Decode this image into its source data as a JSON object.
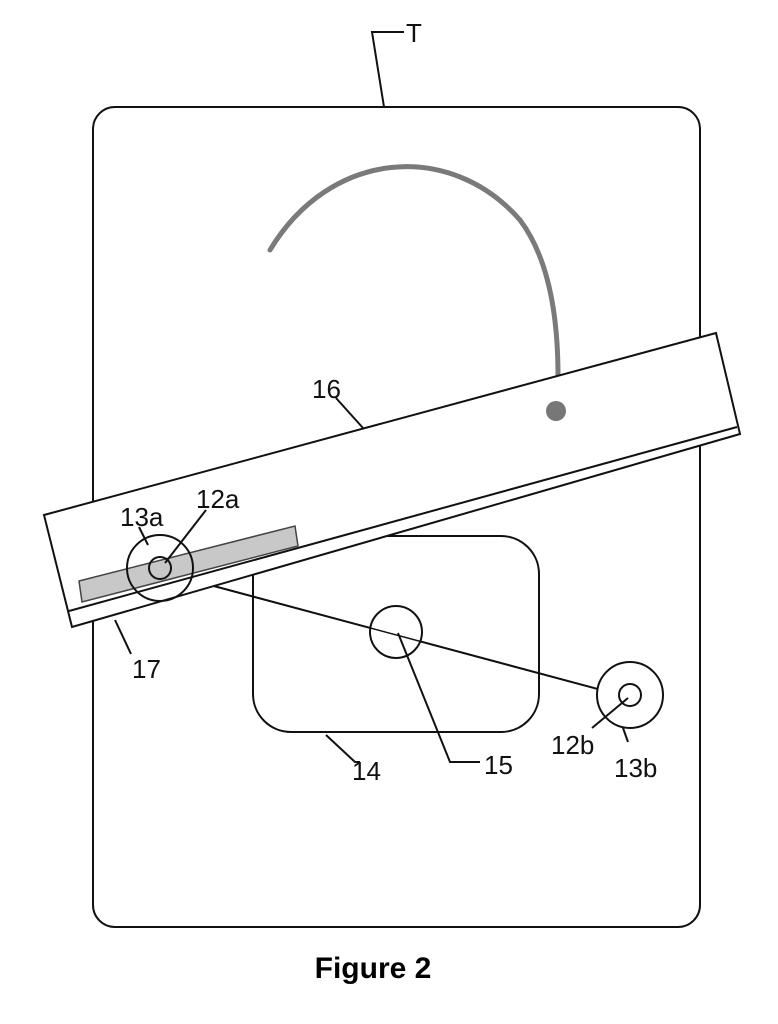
{
  "caption": "Figure 2",
  "labels": {
    "T": "T",
    "l16": "16",
    "l13a": "13a",
    "l12a": "12a",
    "l17": "17",
    "l14": "14",
    "l15": "15",
    "l12b": "12b",
    "l13b": "13b"
  },
  "colors": {
    "line": "#111111",
    "arc": "#7a7a7a",
    "bar_fill": "#c8c8c8",
    "dot": "#777777"
  }
}
